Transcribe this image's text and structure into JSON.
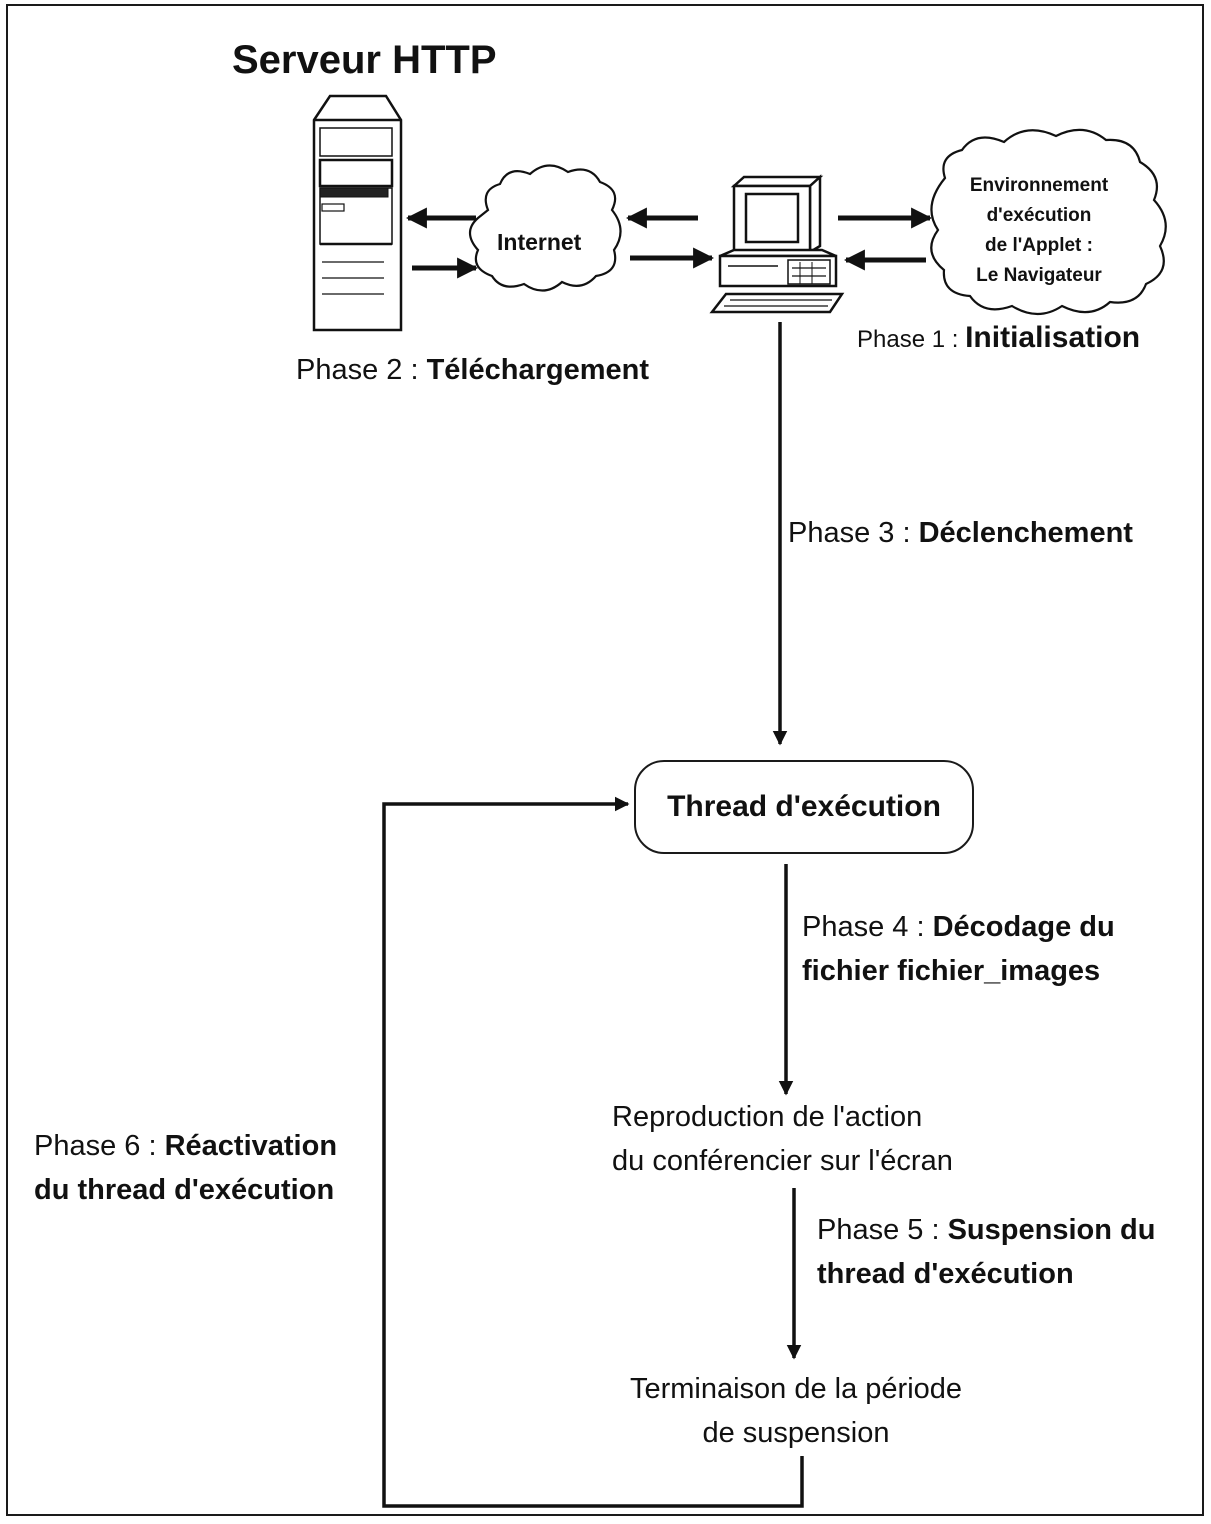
{
  "server": {
    "title": "Serveur HTTP"
  },
  "clouds": {
    "internet": "Internet",
    "browser_lines": [
      "Environnement",
      "d'exécution",
      "de l'Applet :",
      "Le Navigateur"
    ]
  },
  "phases": {
    "p1": {
      "prefix": "Phase 1 : ",
      "title": "Initialisation"
    },
    "p2": {
      "prefix": "Phase 2 : ",
      "title": "Téléchargement"
    },
    "p3": {
      "prefix": "Phase 3 : ",
      "title": "Déclenchement"
    },
    "p4": {
      "prefix": "Phase 4 : ",
      "title_line1": "Décodage du",
      "title_line2": "fichier fichier_images"
    },
    "p5": {
      "prefix": "Phase 5 : ",
      "title_line1": "Suspension du",
      "title_line2": "thread d'exécution"
    },
    "p6": {
      "prefix": "Phase 6 : ",
      "title_line1": "Réactivation",
      "title_line2": "du thread d'exécution"
    }
  },
  "nodes": {
    "thread": "Thread d'exécution",
    "reproduction": [
      "Reproduction de l'action",
      "du conférencier sur l'écran"
    ],
    "termination": [
      "Terminaison de la période",
      "de suspension"
    ]
  },
  "icons": {
    "server": "server-tower-icon",
    "computer": "desktop-computer-icon",
    "internet_cloud": "cloud-icon",
    "browser_cloud": "cloud-icon"
  },
  "colors": {
    "ink": "#111111",
    "background": "#ffffff"
  }
}
